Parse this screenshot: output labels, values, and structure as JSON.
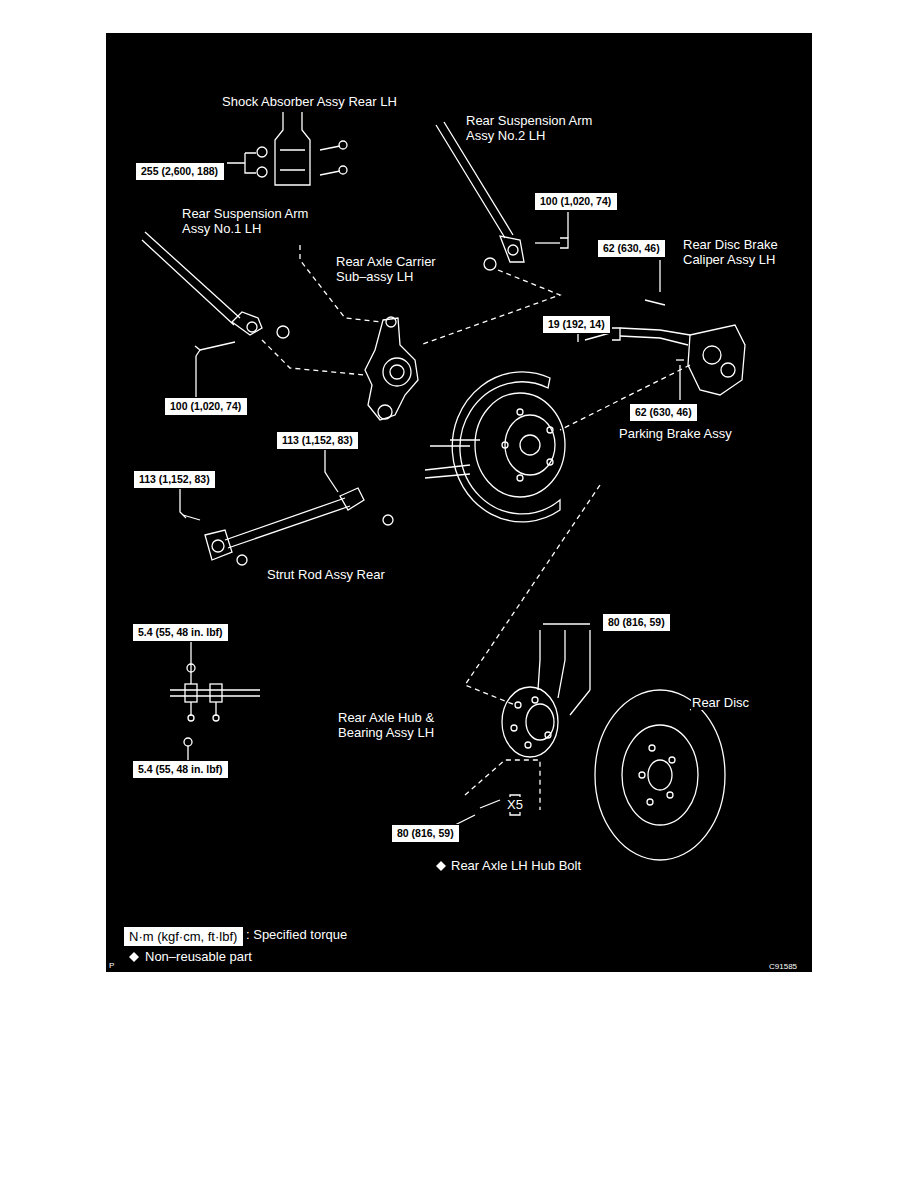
{
  "diagram": {
    "nodes": [
      {
        "text": [
          "255 (2,600, 188)"
        ]
      },
      {
        "text": [
          "100 (1,020, 74)"
        ]
      },
      {
        "text": [
          "62 (630, 46)"
        ]
      },
      {
        "text": [
          "19 (192, 14)"
        ]
      },
      {
        "text": [
          "100 (1,020, 74)"
        ]
      },
      {
        "text": [
          "62 (630, 46)"
        ]
      },
      {
        "text": [
          "113 (1,152, 83)"
        ]
      },
      {
        "text": [
          "113 (1,152, 83)"
        ]
      },
      {
        "text": [
          "5.4 (55, 48 in. lbf)"
        ]
      },
      {
        "text": [
          "80 (816, 59)"
        ]
      },
      {
        "text": [
          "5.4 (55, 48 in. lbf)"
        ]
      },
      {
        "text": [
          "80 (816, 59)"
        ]
      },
      {
        "text": [
          "N·m (kgf·cm, ft·lbf)"
        ]
      }
    ],
    "labels": [
      "Shock Absorber Assy Rear LH",
      "Rear Suspension Arm Assy No.2 LH",
      "Rear Suspension Arm Assy No.1 LH",
      "Rear Axle Carrier Sub–assy LH",
      "Rear Disc Brake Caliper Assy LH",
      "Parking Brake Assy",
      "Strut Rod Assy Rear",
      "Rear Axle Hub & Bearing Assy LH",
      "Rear Disc",
      "X5",
      "Rear Axle LH Hub Bolt",
      "P",
      "C91585"
    ],
    "legend": [
      {
        "text": ": Specified torque"
      },
      {
        "text": "Non–reusable part"
      }
    ]
  }
}
